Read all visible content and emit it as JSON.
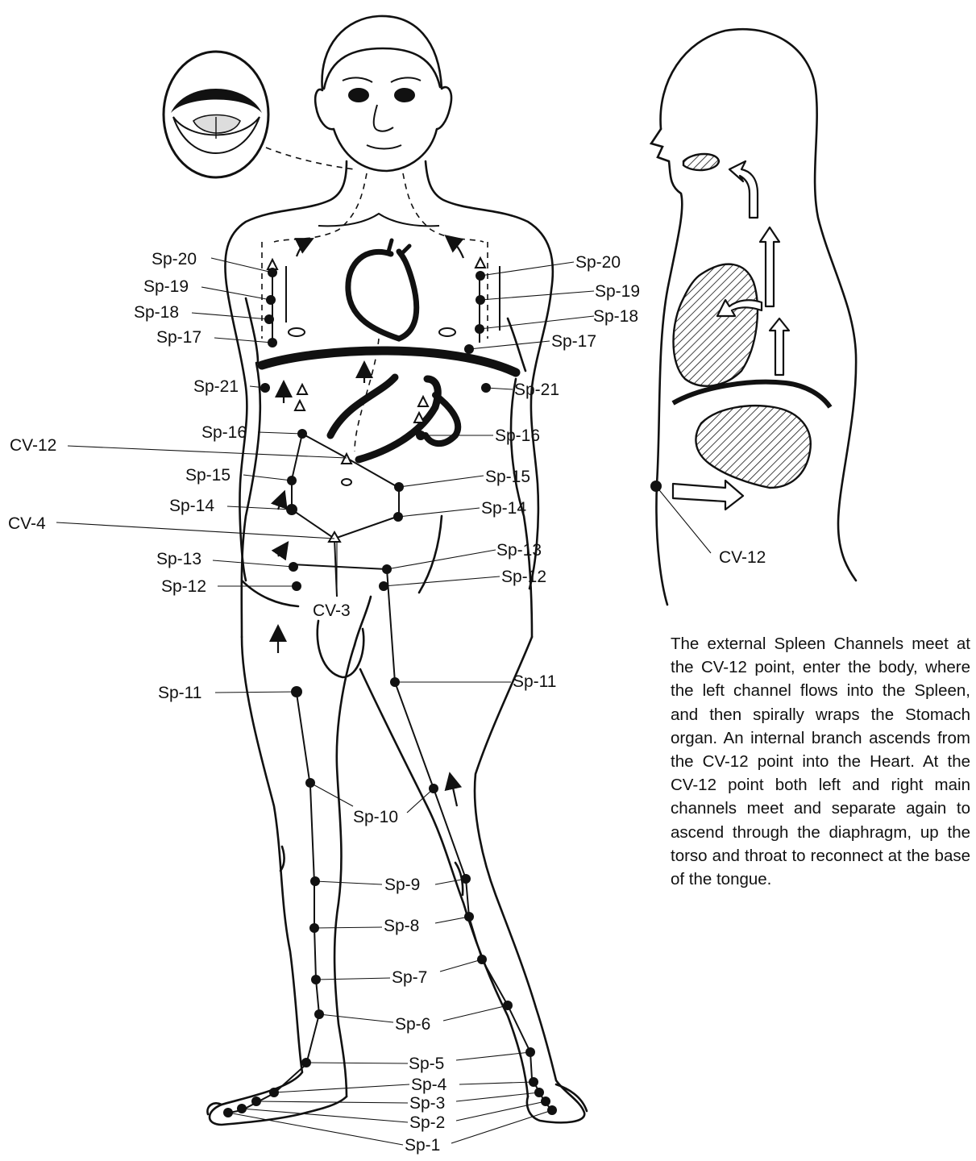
{
  "figure": {
    "caption": "The external Spleen Channels meet at the CV-12 point, enter the body, where the left channel flows into the Spleen, and then spirally wraps the Stomach organ. An internal branch ascends from the CV-12 point into the Heart. At the CV-12 point both left and right main channels meet and separate again to ascend through the diaphragm, up the torso and throat to reconnect at the base of the tongue.",
    "labels": {
      "sp20l": "Sp-20",
      "sp19l": "Sp-19",
      "sp18l": "Sp-18",
      "sp17l": "Sp-17",
      "sp21l": "Sp-21",
      "sp16l": "Sp-16",
      "cv12": "CV-12",
      "sp15l": "Sp-15",
      "sp14l": "Sp-14",
      "cv4": "CV-4",
      "sp13l": "Sp-13",
      "sp12l": "Sp-12",
      "cv3": "CV-3",
      "sp11l": "Sp-11",
      "sp20r": "Sp-20",
      "sp19r": "Sp-19",
      "sp18r": "Sp-18",
      "sp17r": "Sp-17",
      "sp21r": "Sp-21",
      "sp16r": "Sp-16",
      "sp15r": "Sp-15",
      "sp14r": "Sp-14",
      "sp13r": "Sp-13",
      "sp12r": "Sp-12",
      "sp11r": "Sp-11",
      "sp10": "Sp-10",
      "sp9": "Sp-9",
      "sp8": "Sp-8",
      "sp7": "Sp-7",
      "sp6": "Sp-6",
      "sp5": "Sp-5",
      "sp4": "Sp-4",
      "sp3": "Sp-3",
      "sp2": "Sp-2",
      "sp1": "Sp-1",
      "side_cv12": "CV-12"
    }
  }
}
